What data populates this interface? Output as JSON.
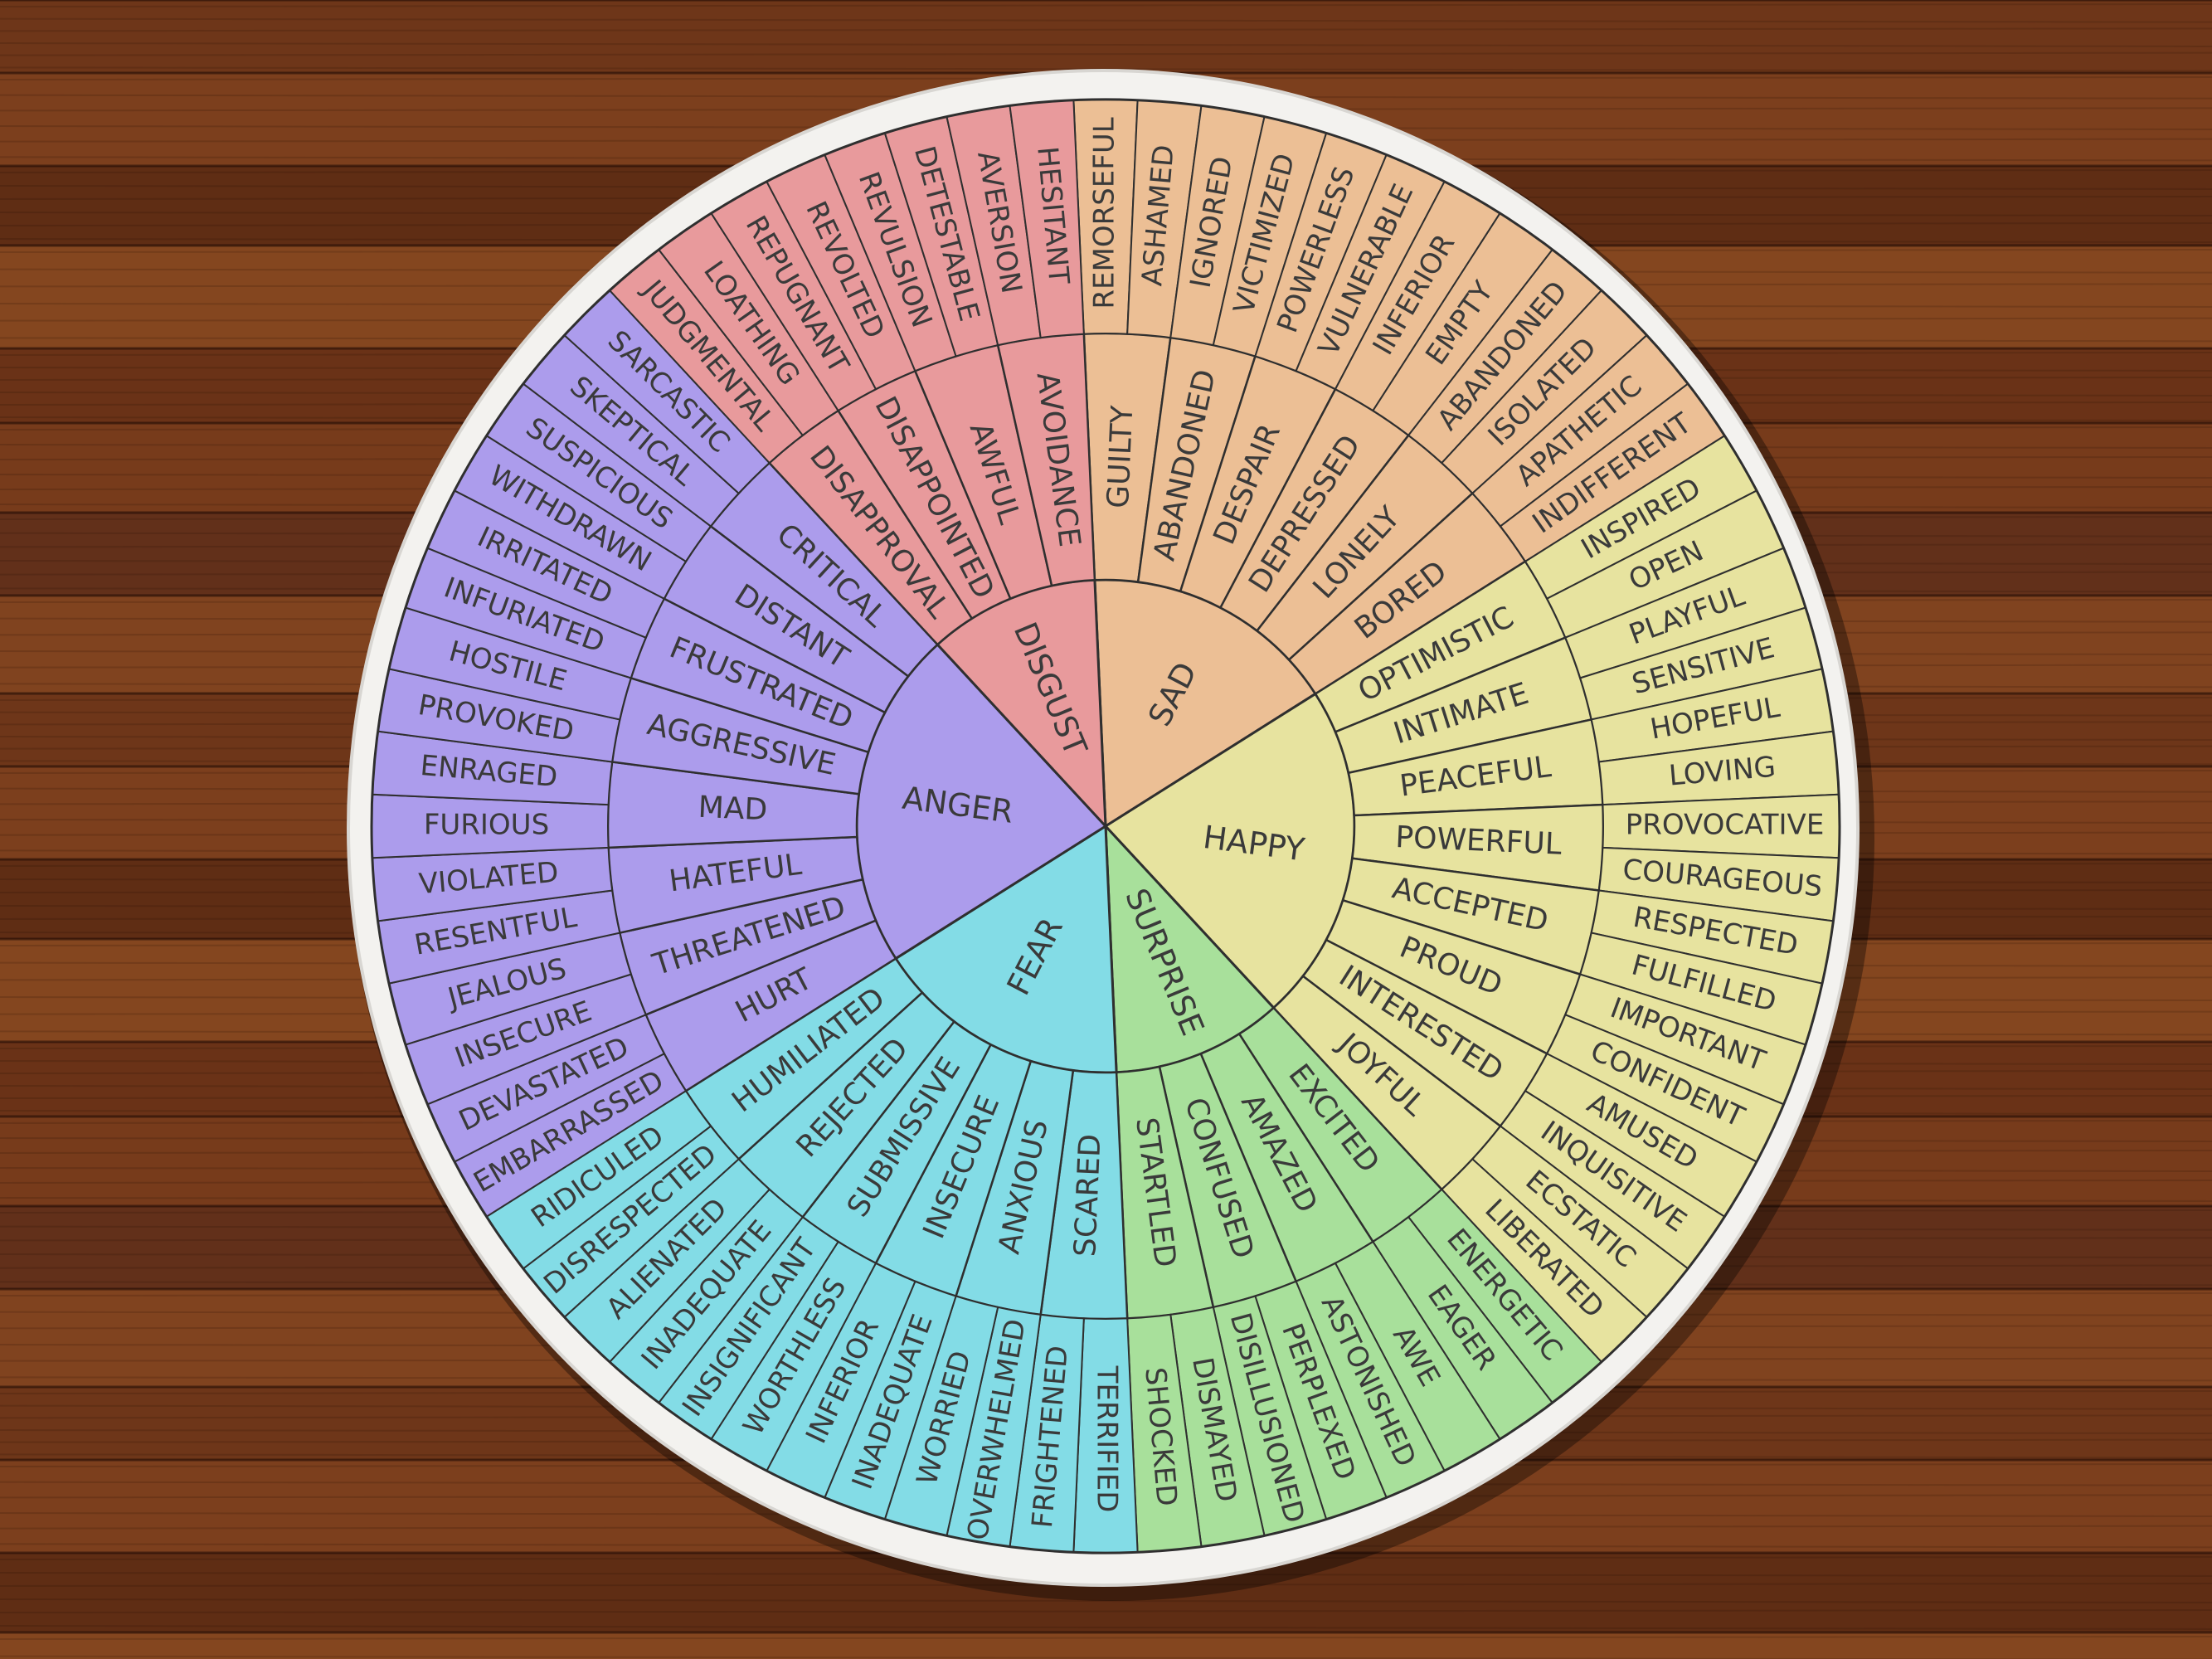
{
  "wheel": {
    "colors": {
      "SAD": "#ecbf95",
      "HAPPY": "#e7e39f",
      "SURPRISE": "#a8e09b",
      "FEAR": "#83dce6",
      "ANGER": "#ac9cec",
      "DISGUST": "#e89a9c"
    },
    "emotions": [
      {
        "core": "SAD",
        "middle": [
          {
            "label": "GUILTY",
            "outer": [
              "REMORSEFUL",
              "ASHAMED"
            ]
          },
          {
            "label": "ABANDONED",
            "outer": [
              "IGNORED",
              "VICTIMIZED"
            ]
          },
          {
            "label": "DESPAIR",
            "outer": [
              "POWERLESS",
              "VULNERABLE"
            ]
          },
          {
            "label": "DEPRESSED",
            "outer": [
              "INFERIOR",
              "EMPTY"
            ]
          },
          {
            "label": "LONELY",
            "outer": [
              "ABANDONED",
              "ISOLATED"
            ]
          },
          {
            "label": "BORED",
            "outer": [
              "APATHETIC",
              "INDIFFERENT"
            ]
          }
        ]
      },
      {
        "core": "HAPPY",
        "middle": [
          {
            "label": "OPTIMISTIC",
            "outer": [
              "INSPIRED",
              "OPEN"
            ]
          },
          {
            "label": "INTIMATE",
            "outer": [
              "PLAYFUL",
              "SENSITIVE"
            ]
          },
          {
            "label": "PEACEFUL",
            "outer": [
              "HOPEFUL",
              "LOVING"
            ]
          },
          {
            "label": "POWERFUL",
            "outer": [
              "PROVOCATIVE",
              "COURAGEOUS"
            ]
          },
          {
            "label": "ACCEPTED",
            "outer": [
              "RESPECTED",
              "FULFILLED"
            ]
          },
          {
            "label": "PROUD",
            "outer": [
              "IMPORTANT",
              "CONFIDENT"
            ]
          },
          {
            "label": "INTERESTED",
            "outer": [
              "AMUSED",
              "INQUISITIVE"
            ]
          },
          {
            "label": "JOYFUL",
            "outer": [
              "ECSTATIC",
              "LIBERATED"
            ]
          }
        ]
      },
      {
        "core": "SURPRISE",
        "middle": [
          {
            "label": "EXCITED",
            "outer": [
              "ENERGETIC",
              "EAGER"
            ]
          },
          {
            "label": "AMAZED",
            "outer": [
              "AWE",
              "ASTONISHED"
            ]
          },
          {
            "label": "CONFUSED",
            "outer": [
              "PERPLEXED",
              "DISILLUSIONED"
            ]
          },
          {
            "label": "STARTLED",
            "outer": [
              "DISMAYED",
              "SHOCKED"
            ]
          }
        ]
      },
      {
        "core": "FEAR",
        "middle": [
          {
            "label": "SCARED",
            "outer": [
              "TERRIFIED",
              "FRIGHTENED"
            ]
          },
          {
            "label": "ANXIOUS",
            "outer": [
              "OVERWHELMED",
              "WORRIED"
            ]
          },
          {
            "label": "INSECURE",
            "outer": [
              "INADEQUATE",
              "INFERIOR"
            ]
          },
          {
            "label": "SUBMISSIVE",
            "outer": [
              "WORTHLESS",
              "INSIGNIFICANT"
            ]
          },
          {
            "label": "REJECTED",
            "outer": [
              "INADEQUATE",
              "ALIENATED"
            ]
          },
          {
            "label": "HUMILIATED",
            "outer": [
              "DISRESPECTED",
              "RIDICULED"
            ]
          }
        ]
      },
      {
        "core": "ANGER",
        "middle": [
          {
            "label": "HURT",
            "outer": [
              "EMBARRASSED",
              "DEVASTATED"
            ]
          },
          {
            "label": "THREATENED",
            "outer": [
              "INSECURE",
              "JEALOUS"
            ]
          },
          {
            "label": "HATEFUL",
            "outer": [
              "RESENTFUL",
              "VIOLATED"
            ]
          },
          {
            "label": "MAD",
            "outer": [
              "FURIOUS",
              "ENRAGED"
            ]
          },
          {
            "label": "AGGRESSIVE",
            "outer": [
              "PROVOKED",
              "HOSTILE"
            ]
          },
          {
            "label": "FRUSTRATED",
            "outer": [
              "INFURIATED",
              "IRRITATED"
            ]
          },
          {
            "label": "DISTANT",
            "outer": [
              "WITHDRAWN",
              "SUSPICIOUS"
            ]
          },
          {
            "label": "CRITICAL",
            "outer": [
              "SKEPTICAL",
              "SARCASTIC"
            ]
          }
        ]
      },
      {
        "core": "DISGUST",
        "middle": [
          {
            "label": "DISAPPROVAL",
            "outer": [
              "JUDGMENTAL",
              "LOATHING"
            ]
          },
          {
            "label": "DISAPPOINTED",
            "outer": [
              "REPUGNANT",
              "REVOLTED"
            ]
          },
          {
            "label": "AWFUL",
            "outer": [
              "REVULSION",
              "DETESTABLE"
            ]
          },
          {
            "label": "AVOIDANCE",
            "outer": [
              "AVERSION",
              "HESITANT"
            ]
          }
        ]
      }
    ]
  }
}
